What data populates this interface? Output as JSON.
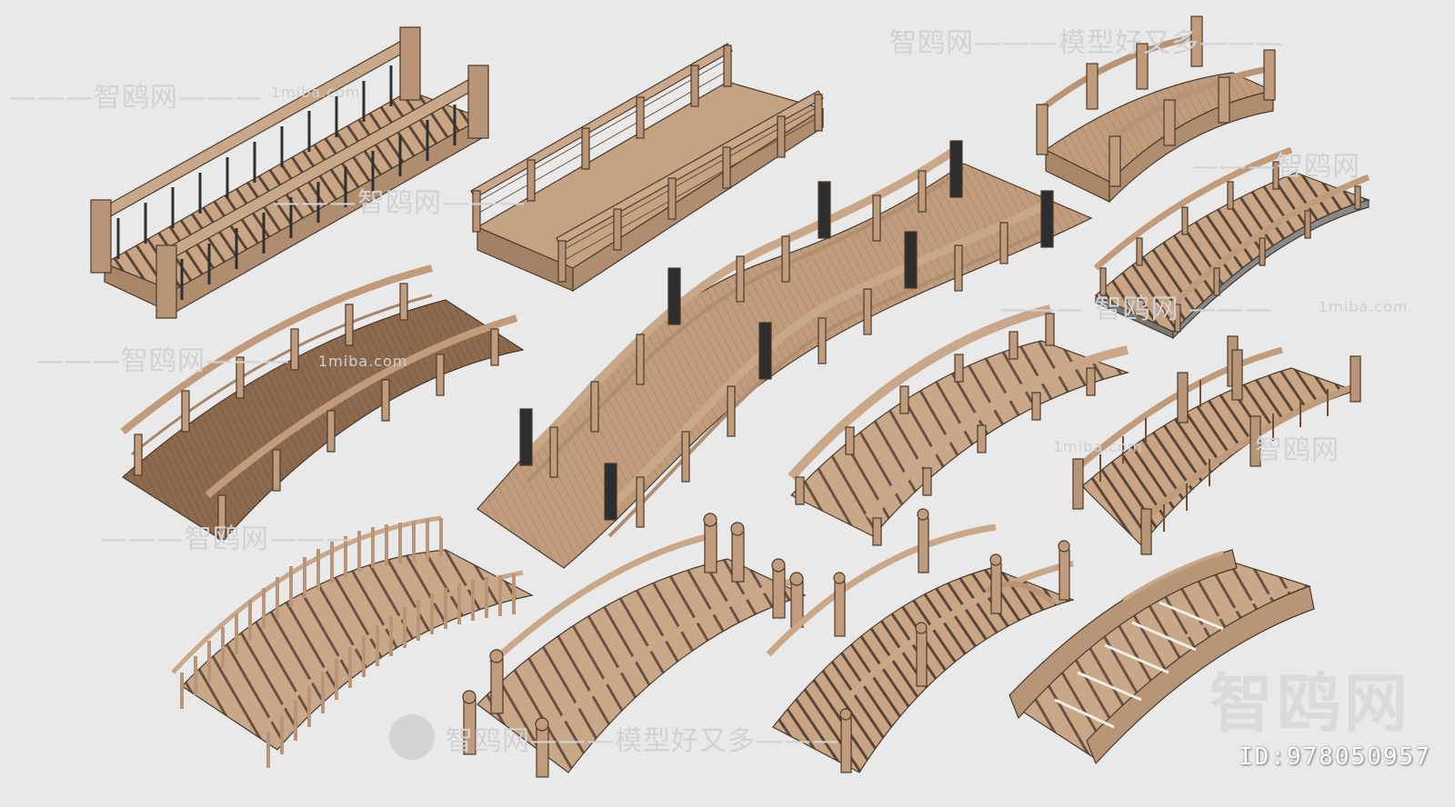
{
  "watermarks": {
    "slogan_top": "智鸥网———模型好又多———",
    "brand_1": "———智鸥网———",
    "brand_2": "———智鸥网———",
    "brand_3": "———智鸥网",
    "brand_4": "———智鸥网———",
    "brand_5": "———智鸥网———",
    "brand_6": "智鸥网",
    "brand_7": "——— 智鸥网 ———",
    "site_1": "1miba.com",
    "site_2": "1miba.com",
    "site_3": "1miba.com",
    "site_4": "1miba.com",
    "slogan_bottom": "智鸥网———模型好又多———",
    "big_brand": "智鸥网",
    "model_id": "ID:978050957"
  },
  "colors": {
    "background": "#e9e9e9",
    "wood_light": "#c9a88a",
    "wood_mid": "#b89576",
    "wood_dark": "#8b6a4f",
    "outline": "#4a3a2c",
    "iron": "#3a3a3a"
  },
  "scene": {
    "bridges": [
      "baluster-bridge",
      "straight-rail-bridge",
      "small-arched-bridge",
      "dark-plank-arched-bridge",
      "s-curve-bridge",
      "slatted-arched-bridge-right",
      "open-rail-arched-bridge",
      "grated-arched-bridge",
      "picket-arched-bridge",
      "finial-post-arched-bridge",
      "ornate-arched-bridge",
      "step-arched-bridge"
    ]
  }
}
